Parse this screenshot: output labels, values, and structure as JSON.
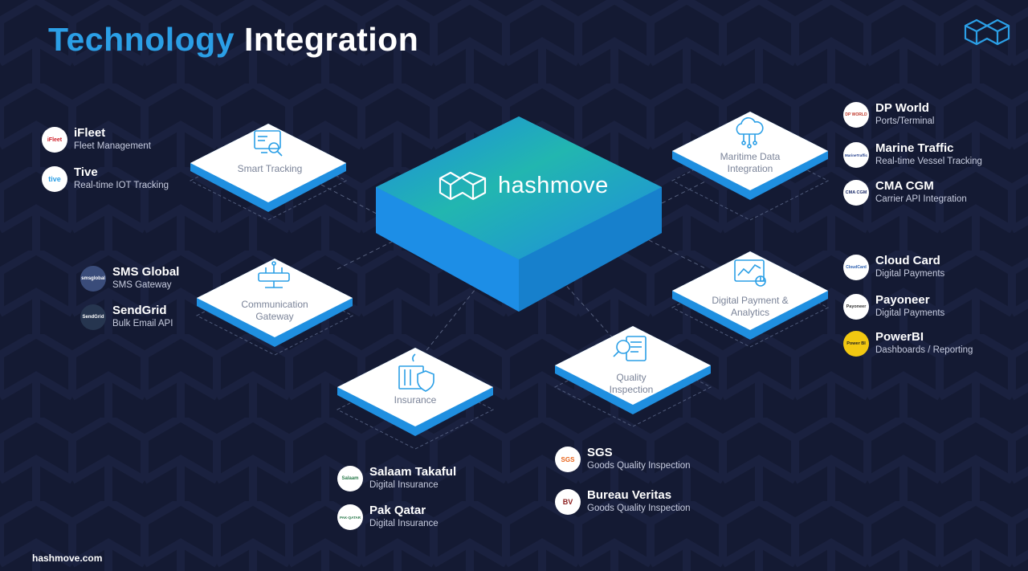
{
  "title": {
    "word1": "Technology",
    "word2": "Integration"
  },
  "footer": "hashmove.com",
  "brand": "hashmove",
  "colors": {
    "accent": "#2b9fe6",
    "background": "#141a33",
    "tile_blue": "#1f8fe0",
    "teal": "#22b6b0"
  },
  "tiles": [
    {
      "icon": "tracking-monitor-icon",
      "lines": [
        "Smart Tracking"
      ]
    },
    {
      "icon": "cloud-network-icon",
      "lines": [
        "Maritime Data",
        "Integration"
      ]
    },
    {
      "icon": "router-icon",
      "lines": [
        "Communication",
        "Gateway"
      ]
    },
    {
      "icon": "analytics-dashboard-icon",
      "lines": [
        "Digital Payment &",
        "Analytics"
      ]
    },
    {
      "icon": "shield-container-icon",
      "lines": [
        "Insurance"
      ]
    },
    {
      "icon": "magnify-document-icon",
      "lines": [
        "Quality",
        "Inspection"
      ]
    }
  ],
  "partners": {
    "ifleet": {
      "name": "iFleet",
      "desc": "Fleet Management",
      "logo": "iFleet"
    },
    "tive": {
      "name": "Tive",
      "desc": "Real-time IOT Tracking",
      "logo": "tive"
    },
    "smsglobal": {
      "name": "SMS Global",
      "desc": "SMS Gateway",
      "logo": "smsglobal"
    },
    "sendgrid": {
      "name": "SendGrid",
      "desc": "Bulk Email API",
      "logo": "SendGrid"
    },
    "dpworld": {
      "name": "DP World",
      "desc": "Ports/Terminal",
      "logo": "DP WORLD"
    },
    "marinetraffic": {
      "name": "Marine Traffic",
      "desc": "Real-time Vessel Tracking",
      "logo": "MarineTraffic"
    },
    "cmacgm": {
      "name": "CMA CGM",
      "desc": "Carrier API Integration",
      "logo": "CMA CGM"
    },
    "cloudcard": {
      "name": "Cloud Card",
      "desc": "Digital Payments",
      "logo": "CloudCard"
    },
    "payoneer": {
      "name": "Payoneer",
      "desc": "Digital Payments",
      "logo": "Payoneer"
    },
    "powerbi": {
      "name": "PowerBI",
      "desc": "Dashboards / Reporting",
      "logo": "Power BI"
    },
    "salaam": {
      "name": "Salaam Takaful",
      "desc": "Digital Insurance",
      "logo": "Salaam"
    },
    "pakqatar": {
      "name": "Pak Qatar",
      "desc": "Digital Insurance",
      "logo": "PAK-QATAR"
    },
    "sgs": {
      "name": "SGS",
      "desc": "Goods Quality Inspection",
      "logo": "SGS"
    },
    "bureau": {
      "name": "Bureau Veritas",
      "desc": "Goods Quality Inspection",
      "logo": "BV"
    }
  }
}
